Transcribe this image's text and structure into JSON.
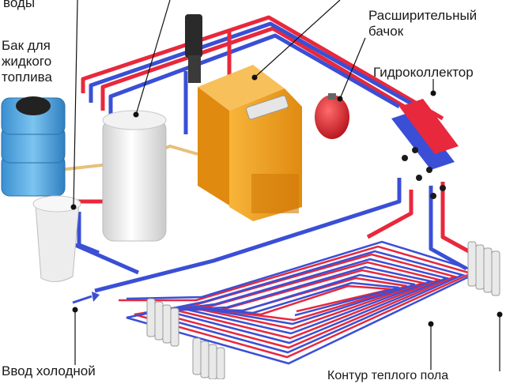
{
  "labels": {
    "water_tank_top": "воды",
    "fuel_tank": "Бак для\nжидкого\nтоплива",
    "expansion_tank": "Расширительный\nбачок",
    "hydro_collector": "Гидроколлектор",
    "cold_water_inlet": "Ввод холодной",
    "floor_heating": "Контур теплого пола"
  },
  "colors": {
    "hot_pipe": "#e8283c",
    "cold_pipe": "#3a4fd6",
    "boiler": "#f5a623",
    "boiler_dark": "#d9860f",
    "tank_blue": "#4aa0d8",
    "expansion": "#d81f2a",
    "yellow_pipe": "#e6c07a"
  },
  "icons": [
    "arrow-right-icon",
    "leader-dot-icon"
  ]
}
